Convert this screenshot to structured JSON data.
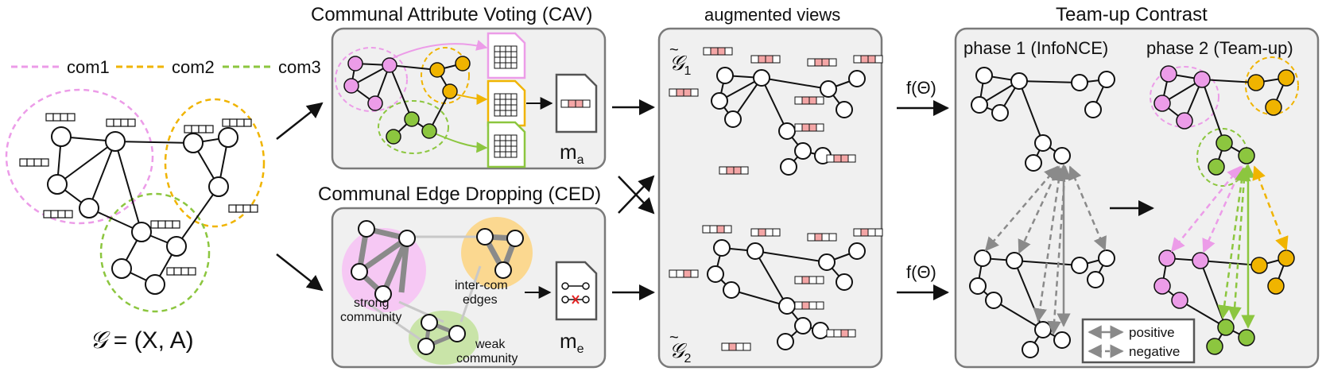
{
  "legend": {
    "items": [
      {
        "label": "com1",
        "color": "#ec9ce8"
      },
      {
        "label": "com2",
        "color": "#f0b400"
      },
      {
        "label": "com3",
        "color": "#8cc63f"
      }
    ]
  },
  "input_graph": {
    "label_symbol": "𝒢",
    "label_rest": " = (X, A)"
  },
  "cav": {
    "title": "Communal Attribute Voting (CAV)",
    "mask_label": "m",
    "mask_sub": "a"
  },
  "ced": {
    "title": "Communal Edge Dropping (CED)",
    "strong_label_1": "strong",
    "strong_label_2": "community",
    "inter_label_1": "inter-com",
    "inter_label_2": "edges",
    "weak_label_1": "weak",
    "weak_label_2": "community",
    "mask_label": "m",
    "mask_sub": "e"
  },
  "views": {
    "title": "augmented views",
    "view1_symbol": "𝒢",
    "view1_sub": "1",
    "view2_symbol": "𝒢",
    "view2_sub": "2"
  },
  "encoder_label_top": "f(Θ)",
  "encoder_label_bottom": "f(Θ)",
  "teamup": {
    "title": "Team-up Contrast",
    "phase1": "phase 1 (InfoNCE)",
    "phase2": "phase 2 (Team-up)",
    "positive": "positive",
    "negative": "negative"
  },
  "colors": {
    "com1": "#ec9ce8",
    "com2": "#f0b400",
    "com3": "#8cc63f",
    "panel_fill": "#f0f0f0",
    "panel_stroke": "#7a7a7a",
    "masked_cell": "#f4a6a6",
    "arrow_gray": "#8a8a8a"
  }
}
